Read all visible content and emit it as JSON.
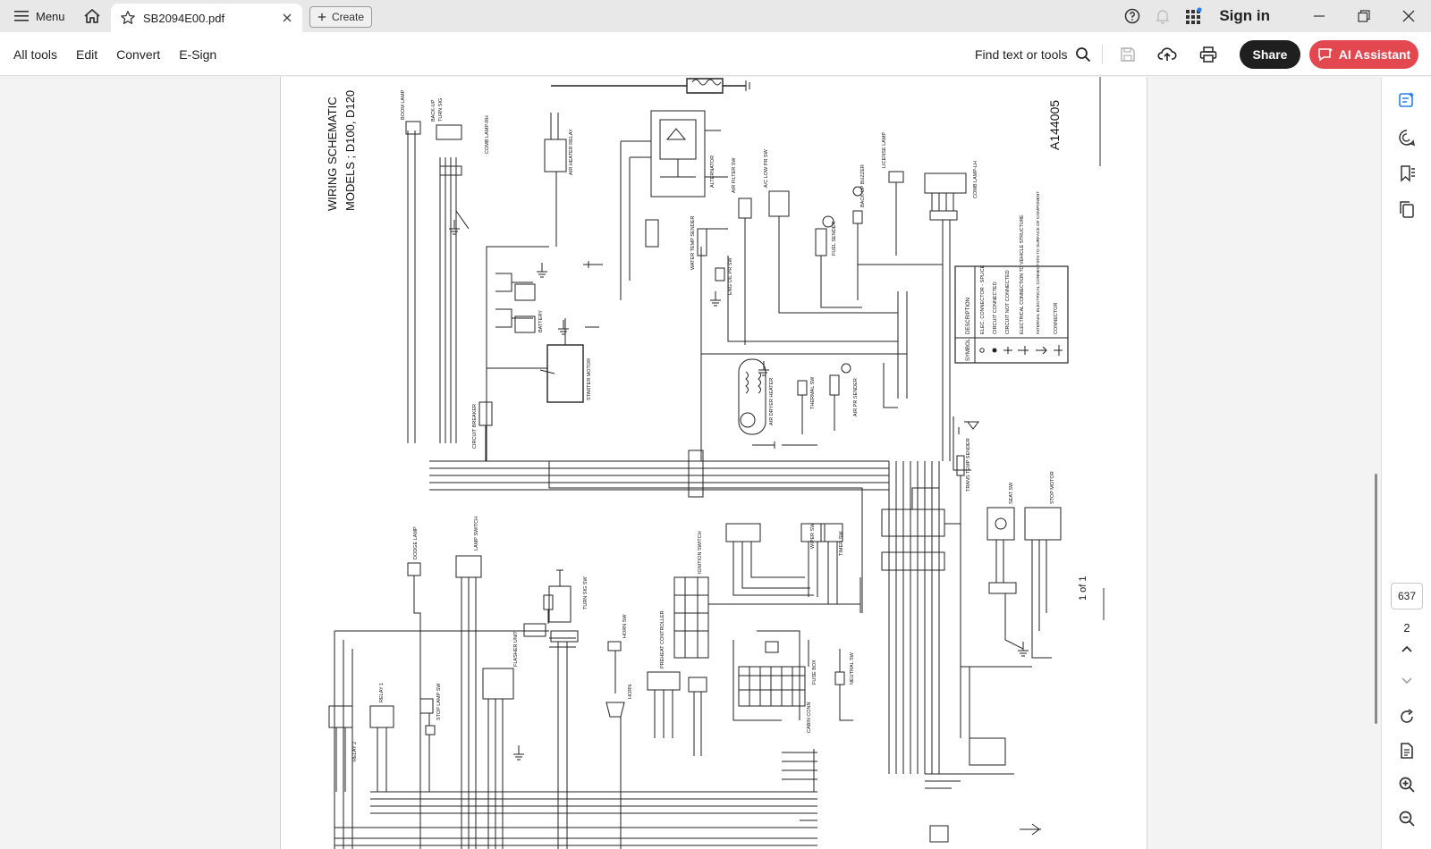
{
  "titlebar": {
    "menu_label": "Menu",
    "tab_title": "SB2094E00.pdf",
    "create_label": "Create",
    "sign_in_label": "Sign in"
  },
  "toolbar": {
    "items": [
      "All tools",
      "Edit",
      "Convert",
      "E-Sign"
    ],
    "find_label": "Find text or tools",
    "share_label": "Share",
    "ai_label": "AI Assistant"
  },
  "document": {
    "title_line1": "WIRING SCHEMATIC",
    "title_line2": "MODELS ; D100, D120",
    "drawing_number": "A144005",
    "sheet_label": "1 of 1",
    "legend": {
      "header_symbol": "SYMBOL",
      "header_description": "DESCRIPTION",
      "rows": [
        "ELEC. CONNECTOR - SPLICE",
        "CIRCUIT CONNECTED",
        "CIRCUIT NOT CONNECTED",
        "ELECTRICAL CONNECTION TO VEHICLE STRUCTURE",
        "INTERNAL ELECTRICAL CONNECTION TO SURFACE OF COMPONENT",
        "CONNECTOR"
      ]
    },
    "component_labels": [
      "BOOM LAMP",
      "BACK-UP",
      "TURN SIG",
      "COMB LAMP-RH",
      "AIR HEATER RELAY",
      "ALTERNATOR",
      "AIR FILTER SW",
      "A/C LOW PR SW",
      "BACK-UP BUZZER",
      "LICENSE LAMP",
      "COMB LAMP-LH",
      "WATER TEMP SENDER",
      "ENG OIL PR SW",
      "FUEL SENDER",
      "BATTERY",
      "STARTER MOTOR",
      "CIRCUIT BREAKER",
      "AIR DRYER HEATER",
      "THERMAL SW",
      "AIR PR SENDER",
      "TRANS TEMP SENDER",
      "DODGE LAMP",
      "LAMP SWITCH",
      "IGNITION SWITCH",
      "WIPER SW",
      "TIMER SW",
      "SEAT SW",
      "STOP MOTOR",
      "HORN",
      "HORN SW",
      "TURN SIG SW",
      "FUSE BOX",
      "CABIN CONN",
      "NEUTRAL SW",
      "STOP LAMP SW",
      "RELAY 1",
      "RELAY 2",
      "FLASHER UNIT",
      "PREHEAT CONTROLLER"
    ]
  },
  "viewer": {
    "current_page": "637",
    "total_pages": "2"
  }
}
